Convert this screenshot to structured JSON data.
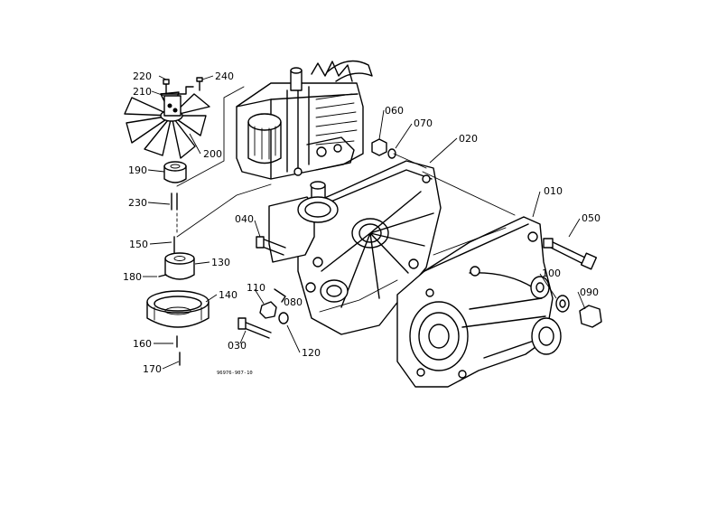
{
  "diagram": {
    "callouts": [
      {
        "id": "220",
        "text": "220"
      },
      {
        "id": "240",
        "text": "240"
      },
      {
        "id": "210",
        "text": "210"
      },
      {
        "id": "200",
        "text": "200"
      },
      {
        "id": "190",
        "text": "190"
      },
      {
        "id": "230",
        "text": "230"
      },
      {
        "id": "150",
        "text": "150"
      },
      {
        "id": "130",
        "text": "130"
      },
      {
        "id": "180",
        "text": "180"
      },
      {
        "id": "140",
        "text": "140"
      },
      {
        "id": "160",
        "text": "160"
      },
      {
        "id": "170",
        "text": "170"
      },
      {
        "id": "040",
        "text": "040"
      },
      {
        "id": "060",
        "text": "060"
      },
      {
        "id": "070",
        "text": "070"
      },
      {
        "id": "020",
        "text": "020"
      },
      {
        "id": "010",
        "text": "010"
      },
      {
        "id": "050",
        "text": "050"
      },
      {
        "id": "100",
        "text": "100"
      },
      {
        "id": "090",
        "text": "090"
      },
      {
        "id": "110",
        "text": "110"
      },
      {
        "id": "080",
        "text": "080"
      },
      {
        "id": "030",
        "text": "030"
      },
      {
        "id": "120",
        "text": "120"
      }
    ],
    "reference_code": "96976-907-10"
  }
}
